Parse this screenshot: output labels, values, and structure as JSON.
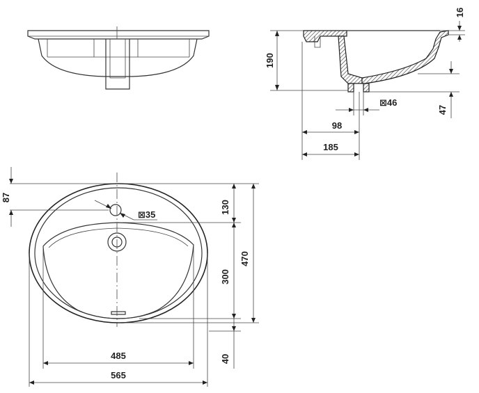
{
  "drawing": {
    "side_view": {
      "depth_total": "190",
      "rim_thickness": "16",
      "drain_depth": "47",
      "drain_diameter": "⊠46",
      "drain_offset": "98",
      "bowl_offset": "185"
    },
    "top_view": {
      "overflow_offset": "87",
      "tap_hole_diameter": "⊠35",
      "tap_to_bowl": "130",
      "bowl_depth": "300",
      "outer_depth": "470",
      "rim_front": "40",
      "bowl_width": "485",
      "outer_width": "565"
    }
  }
}
